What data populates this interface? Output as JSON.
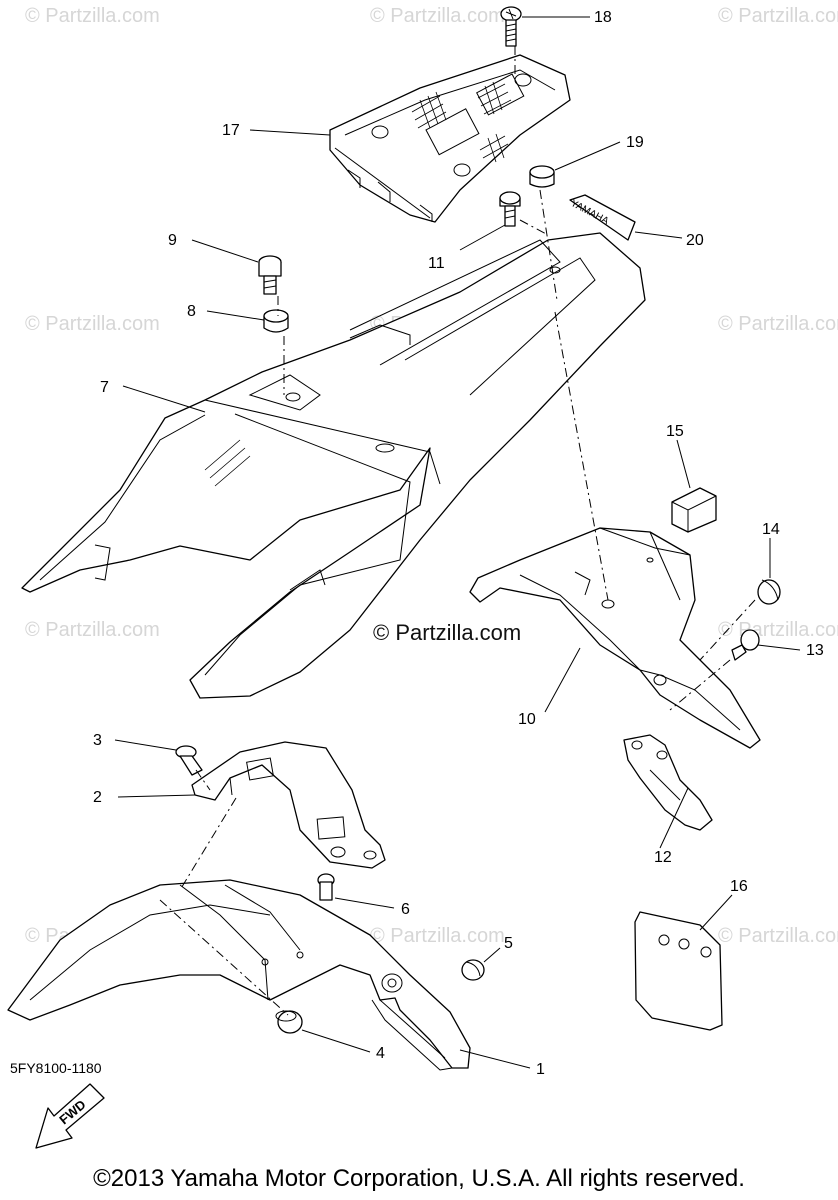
{
  "watermark": "© Partzilla.com",
  "center_watermark": "© Partzilla.com",
  "fwd_label": "FWD",
  "emblem_text": "YAMAHA",
  "doc_code": "5FY8100-1180",
  "copyright": "©2013 Yamaha Motor Corporation, U.S.A. All rights reserved.",
  "callouts": [
    "1",
    "2",
    "3",
    "4",
    "5",
    "6",
    "7",
    "8",
    "9",
    "10",
    "11",
    "12",
    "13",
    "14",
    "15",
    "16",
    "17",
    "18",
    "19",
    "20"
  ]
}
